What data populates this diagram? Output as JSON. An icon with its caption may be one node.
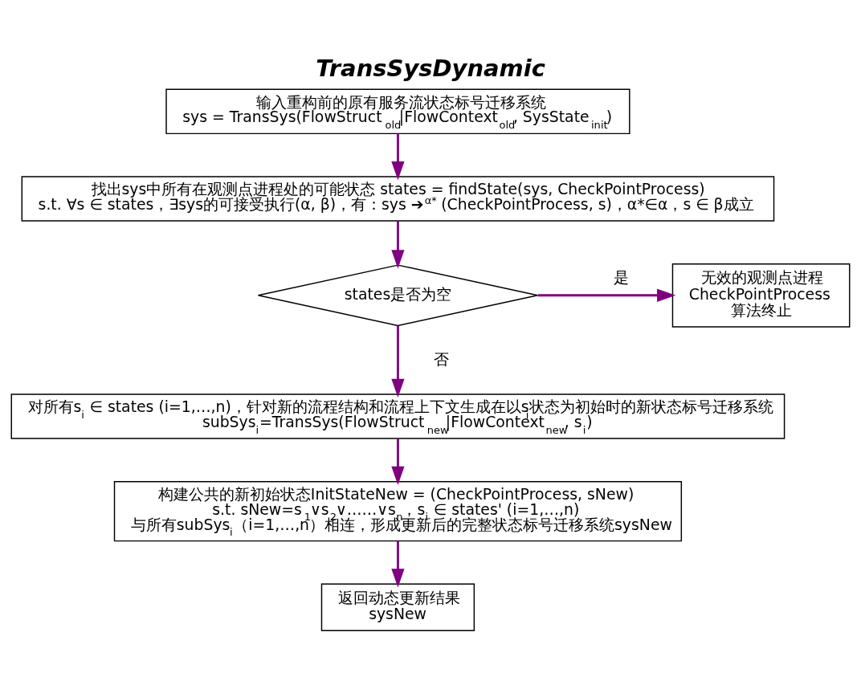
{
  "diagram": {
    "title": "TransSysDynamic",
    "nodes": [
      {
        "text": [
          "输入重构前的原有服务流状态标号迁移系统",
          "sys = TransSys(FlowStruct$_{old}$|FlowContext$_{old}$, SysState$_{init}$)"
        ]
      },
      {
        "text": [
          "找出sys中所有在观测点进程处的可能状态 states = findState(sys, CheckPointProcess)",
          "s.t. ∀s ∈ states，∃sys的可接受执行(α, β)，有：sys ➔$^{α*}$ (CheckPointProcess, s)，α*∈α，s ∈ β成立"
        ]
      },
      {
        "text": [
          "states是否为空"
        ]
      },
      {
        "text": [
          "无效的观测点进程",
          "CheckPointProcess",
          "算法终止"
        ]
      },
      {
        "text": [
          "对所有s$_{i}$ ∈ states (i=1,…,n)，针对新的流程结构和流程上下文生成在以s$_{i}$状态为初始时的新状态标号迁移系统",
          "subSys$_{i}$=TransSys(FlowStruct$_{new}$|FlowContext$_{new}$, s$_{i}$)"
        ]
      },
      {
        "text": [
          "构建公共的新初始状态InitStateNew = (CheckPointProcess, sNew)",
          "s.t. sNew=s$_{1}$∨s$_{2}$∨……∨s$_{n}$，s$_{i}$ ∈ states' (i=1,…,n)",
          "与所有subSys$_{i}$（i=1,…,n）相连，形成更新后的完整状态标号迁移系统sysNew"
        ]
      },
      {
        "text": [
          "返回动态更新结果",
          "sysNew"
        ]
      }
    ],
    "edges": [
      {
        "from": 0,
        "to": 1,
        "arrow": "to"
      },
      {
        "from": 1,
        "to": 2,
        "arrow": "to"
      },
      {
        "from": 2,
        "to": 3,
        "arrow": "to",
        "label": "是"
      },
      {
        "from": 2,
        "to": 4,
        "arrow": "to",
        "label": "否"
      },
      {
        "from": 4,
        "to": 5,
        "arrow": "to"
      },
      {
        "from": 5,
        "to": 6,
        "arrow": "to"
      }
    ]
  }
}
